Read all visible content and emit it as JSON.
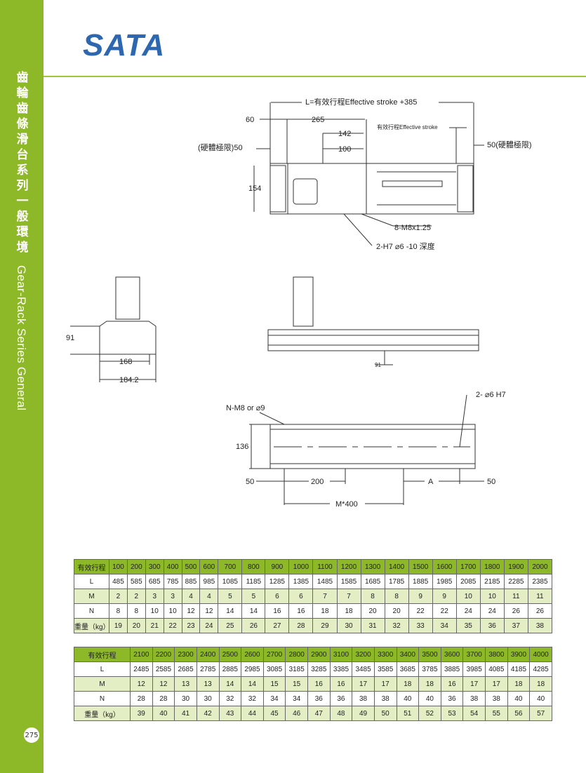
{
  "sidebar": {
    "title_cn": "齒輪齒條滑台系列 一 般環境",
    "title_en": "Gear-Rack Series General",
    "page_number": "275"
  },
  "logo": "SATA",
  "top_view": {
    "L_label": "L=有效行程Effective stroke +385",
    "d60": "60",
    "d265": "265",
    "d142": "142",
    "d100": "100",
    "stroke_label": "有效行程Effective stroke",
    "left_limit": "(硬體極限)50",
    "right_limit": "50(硬體極限)",
    "d154": "154",
    "bolts": "8-M8x1.25",
    "pins": "2-H7  ⌀6 -10 深度"
  },
  "side_view": {
    "d91": "91",
    "d168": "168",
    "d184": "184.2"
  },
  "front_view": {
    "d91": "91"
  },
  "bottom_view": {
    "holes": "N-M8 or ⌀9",
    "pins": "2- ⌀6 H7",
    "d136": "136",
    "d50l": "50",
    "d200": "200",
    "dA": "A",
    "d50r": "50",
    "dM": "M*400"
  },
  "table1": {
    "header": [
      "有效行程",
      "100",
      "200",
      "300",
      "400",
      "500",
      "600",
      "700",
      "800",
      "900",
      "1000",
      "1100",
      "1200",
      "1300",
      "1400",
      "1500",
      "1600",
      "1700",
      "1800",
      "1900",
      "2000"
    ],
    "rows": [
      [
        "L",
        "485",
        "585",
        "685",
        "785",
        "885",
        "985",
        "1085",
        "1185",
        "1285",
        "1385",
        "1485",
        "1585",
        "1685",
        "1785",
        "1885",
        "1985",
        "2085",
        "2185",
        "2285",
        "2385"
      ],
      [
        "M",
        "2",
        "2",
        "3",
        "3",
        "4",
        "4",
        "5",
        "5",
        "6",
        "6",
        "7",
        "7",
        "8",
        "8",
        "9",
        "9",
        "10",
        "10",
        "11",
        "11"
      ],
      [
        "N",
        "8",
        "8",
        "10",
        "10",
        "12",
        "12",
        "14",
        "14",
        "16",
        "16",
        "18",
        "18",
        "20",
        "20",
        "22",
        "22",
        "24",
        "24",
        "26",
        "26"
      ],
      [
        "重量（kg）",
        "19",
        "20",
        "21",
        "22",
        "23",
        "24",
        "25",
        "26",
        "27",
        "28",
        "29",
        "30",
        "31",
        "32",
        "33",
        "34",
        "35",
        "36",
        "37",
        "38"
      ]
    ]
  },
  "table2": {
    "header": [
      "有效行程",
      "2100",
      "2200",
      "2300",
      "2400",
      "2500",
      "2600",
      "2700",
      "2800",
      "2900",
      "3100",
      "3200",
      "3300",
      "3400",
      "3500",
      "3600",
      "3700",
      "3800",
      "3900",
      "4000"
    ],
    "rows": [
      [
        "L",
        "2485",
        "2585",
        "2685",
        "2785",
        "2885",
        "2985",
        "3085",
        "3185",
        "3285",
        "3385",
        "3485",
        "3585",
        "3685",
        "3785",
        "3885",
        "3985",
        "4085",
        "4185",
        "4285"
      ],
      [
        "M",
        "12",
        "12",
        "13",
        "13",
        "14",
        "14",
        "15",
        "15",
        "16",
        "16",
        "17",
        "17",
        "18",
        "18",
        "16",
        "17",
        "17",
        "18",
        "18"
      ],
      [
        "N",
        "28",
        "28",
        "30",
        "30",
        "32",
        "32",
        "34",
        "34",
        "36",
        "36",
        "38",
        "38",
        "40",
        "40",
        "36",
        "38",
        "38",
        "40",
        "40"
      ],
      [
        "重量（kg）",
        "39",
        "40",
        "41",
        "42",
        "43",
        "44",
        "45",
        "46",
        "47",
        "48",
        "49",
        "50",
        "51",
        "52",
        "53",
        "54",
        "55",
        "56",
        "57"
      ]
    ]
  }
}
